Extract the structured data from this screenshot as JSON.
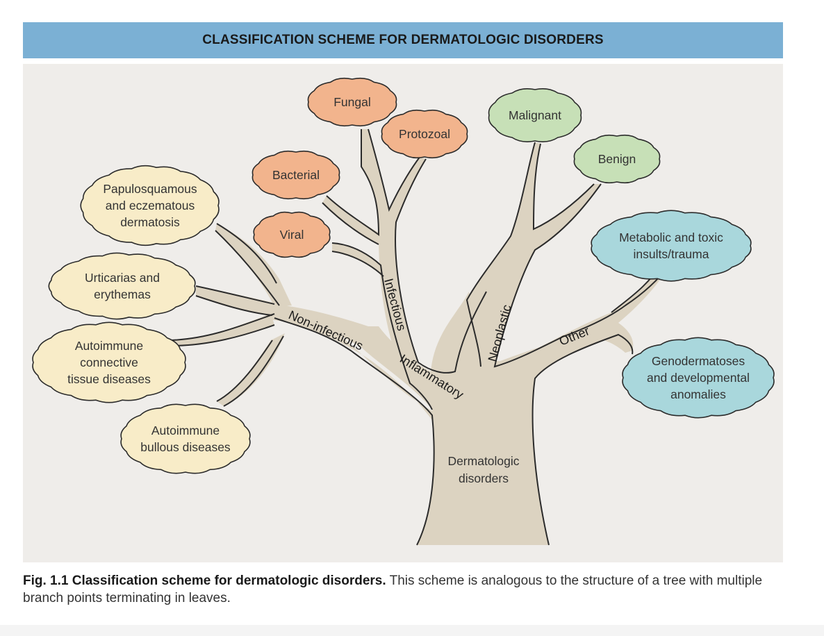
{
  "header": {
    "title": "CLASSIFICATION SCHEME FOR DERMATOLOGIC DISORDERS"
  },
  "colors": {
    "header": "#7bb0d4",
    "panel": "#efedea",
    "trunk": "#dcd3c1",
    "trunk_outline": "#2b2b2b",
    "leaf_infectious": "#f2b48d",
    "leaf_neoplastic": "#c7e0b7",
    "leaf_other": "#a9d7dc",
    "leaf_noninfectious": "#f8ecc8"
  },
  "tree": {
    "trunk_label": [
      "Dermatologic",
      "disorders"
    ],
    "branches": {
      "inflammatory": "Inflammatory",
      "non_infectious": "Non-infectious",
      "infectious": "Infectious",
      "neoplastic": "Neoplastic",
      "other": "Other"
    },
    "leaves": {
      "fungal": [
        "Fungal"
      ],
      "protozoal": [
        "Protozoal"
      ],
      "bacterial": [
        "Bacterial"
      ],
      "viral": [
        "Viral"
      ],
      "malignant": [
        "Malignant"
      ],
      "benign": [
        "Benign"
      ],
      "papulosquamous": [
        "Papulosquamous",
        "and eczematous",
        "dermatosis"
      ],
      "urticarias": [
        "Urticarias and",
        "erythemas"
      ],
      "autoimmune_connective": [
        "Autoimmune",
        "connective",
        "tissue diseases"
      ],
      "autoimmune_bullous": [
        "Autoimmune",
        "bullous diseases"
      ],
      "metabolic": [
        "Metabolic and toxic",
        "insults/trauma"
      ],
      "genodermatoses": [
        "Genodermatoses",
        "and developmental",
        "anomalies"
      ]
    }
  },
  "caption": {
    "bold": "Fig. 1.1 Classification scheme for dermatologic disorders.",
    "text": " This scheme is analogous to the structure of a tree with multiple branch points terminating in leaves."
  }
}
